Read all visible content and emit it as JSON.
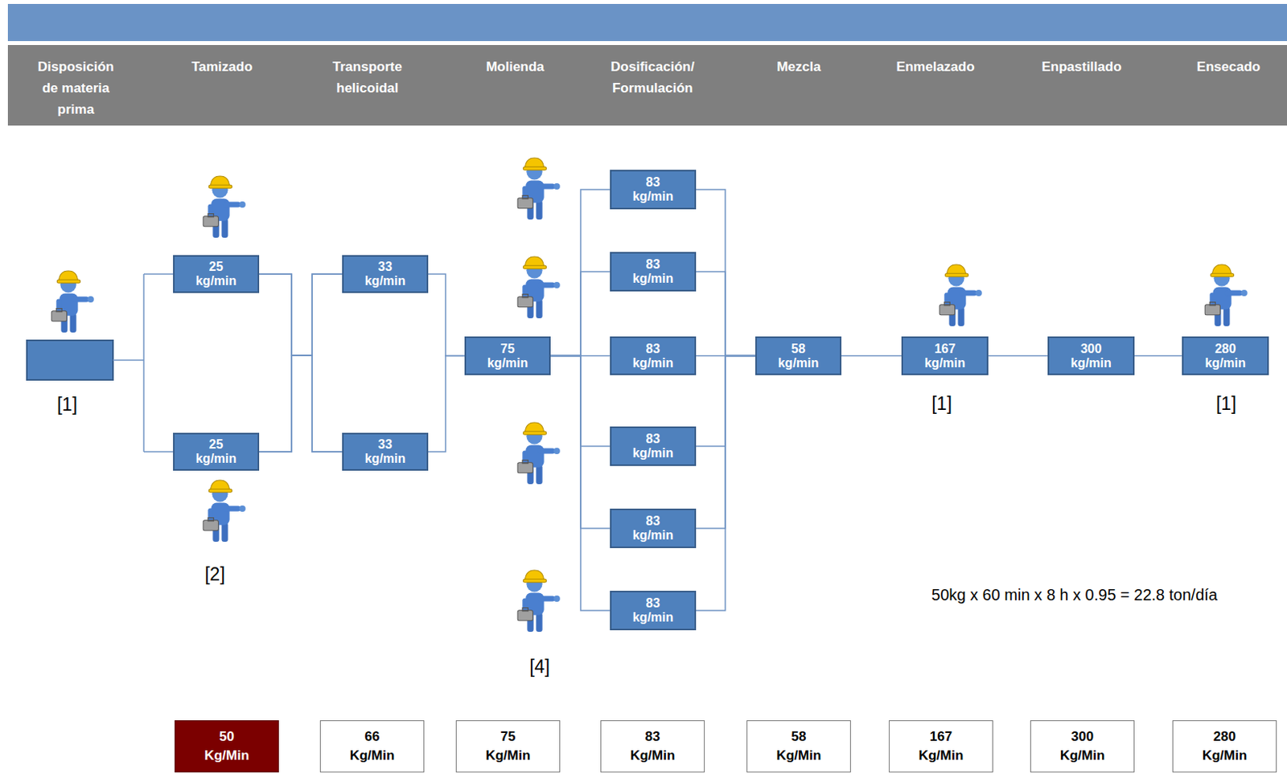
{
  "diagram": {
    "nodes": [
      {
        "text": [
          "Disposición de materia prima",
          "Tamizado",
          "Transporte helicoidal",
          "Molienda",
          "Dosificación/ Formulación",
          "Mezcla",
          "Enmelazado",
          "Enpastillado",
          "Ensecado"
        ]
      },
      {
        "text": [
          "25 kg/min"
        ]
      },
      {
        "text": [
          "25 kg/min"
        ]
      },
      {
        "text": [
          "33 kg/min"
        ]
      },
      {
        "text": [
          "33 kg/min"
        ]
      },
      {
        "text": [
          "75 kg/min"
        ]
      },
      {
        "text": [
          "83 kg/min"
        ]
      },
      {
        "text": [
          "83 kg/min"
        ]
      },
      {
        "text": [
          "83 kg/min"
        ]
      },
      {
        "text": [
          "83 kg/min"
        ]
      },
      {
        "text": [
          "83 kg/min"
        ]
      },
      {
        "text": [
          "83 kg/min"
        ]
      },
      {
        "text": [
          "58 kg/min"
        ]
      },
      {
        "text": [
          "167 kg/min"
        ]
      },
      {
        "text": [
          "300 kg/min"
        ]
      },
      {
        "text": [
          "280 kg/min"
        ]
      },
      {
        "text": [
          "50 Kg/Min"
        ]
      },
      {
        "text": [
          "66 Kg/Min"
        ]
      },
      {
        "text": [
          "75 Kg/Min"
        ]
      },
      {
        "text": [
          "83 Kg/Min"
        ]
      },
      {
        "text": [
          "58 Kg/Min"
        ]
      },
      {
        "text": [
          "167 Kg/Min"
        ]
      },
      {
        "text": [
          "300 Kg/Min"
        ]
      },
      {
        "text": [
          "280 Kg/Min"
        ]
      }
    ],
    "edges": [
      {
        "from": 1,
        "to": 3,
        "arrow": "none"
      },
      {
        "from": 1,
        "to": 4,
        "arrow": "none"
      },
      {
        "from": 2,
        "to": 3,
        "arrow": "none"
      },
      {
        "from": 2,
        "to": 4,
        "arrow": "none"
      },
      {
        "from": 3,
        "to": 5,
        "arrow": "none"
      },
      {
        "from": 4,
        "to": 5,
        "arrow": "none"
      },
      {
        "from": 5,
        "to": 6,
        "arrow": "none"
      },
      {
        "from": 5,
        "to": 7,
        "arrow": "none"
      },
      {
        "from": 5,
        "to": 8,
        "arrow": "none"
      },
      {
        "from": 5,
        "to": 9,
        "arrow": "none"
      },
      {
        "from": 5,
        "to": 10,
        "arrow": "none"
      },
      {
        "from": 5,
        "to": 11,
        "arrow": "none"
      },
      {
        "from": 6,
        "to": 12,
        "arrow": "none"
      },
      {
        "from": 7,
        "to": 12,
        "arrow": "none"
      },
      {
        "from": 8,
        "to": 12,
        "arrow": "none"
      },
      {
        "from": 9,
        "to": 12,
        "arrow": "none"
      },
      {
        "from": 10,
        "to": 12,
        "arrow": "none"
      },
      {
        "from": 11,
        "to": 12,
        "arrow": "none"
      },
      {
        "from": 12,
        "to": 13,
        "arrow": "none"
      },
      {
        "from": 13,
        "to": 14,
        "arrow": "none"
      },
      {
        "from": 14,
        "to": 15,
        "arrow": "none"
      }
    ],
    "labels": [
      "[1]",
      "[2]",
      "[4]",
      "[1]",
      "[1]",
      "50kg x 60 min x 8 h x 0.95 = 22.8 ton/día"
    ]
  }
}
